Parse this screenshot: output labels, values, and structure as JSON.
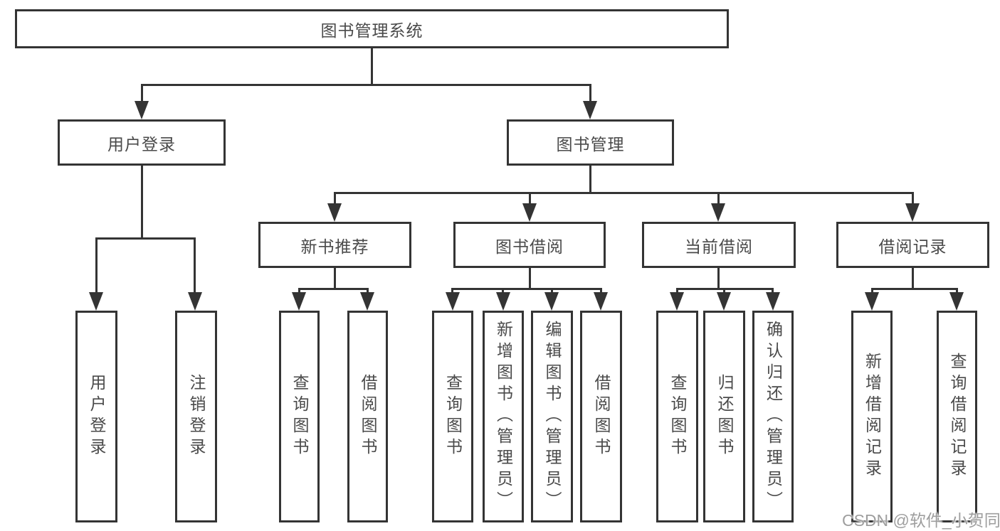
{
  "nodes": {
    "root": "图书管理系统",
    "user_login": "用户登录",
    "book_mgmt": "图书管理",
    "new_book_rec": "新书推荐",
    "book_borrow": "图书借阅",
    "current_borrow": "当前借阅",
    "borrow_records": "借阅记录",
    "leaf_user_login": "用户登录",
    "leaf_logout": "注销登录",
    "leaf_query_book_1": "查询图书",
    "leaf_borrow_book_1": "借阅图书",
    "leaf_query_book_2": "查询图书",
    "leaf_add_book": "新增图书（管理员）",
    "leaf_edit_book": "编辑图书（管理员）",
    "leaf_borrow_book_2": "借阅图书",
    "leaf_query_book_3": "查询图书",
    "leaf_return_book": "归还图书",
    "leaf_confirm_return": "确认归还（管理员）",
    "leaf_add_record": "新增借阅记录",
    "leaf_query_record": "查询借阅记录"
  },
  "hierarchy": {
    "图书管理系统": {
      "用户登录": [
        "用户登录",
        "注销登录"
      ],
      "图书管理": {
        "新书推荐": [
          "查询图书",
          "借阅图书"
        ],
        "图书借阅": [
          "查询图书",
          "新增图书（管理员）",
          "编辑图书（管理员）",
          "借阅图书"
        ],
        "当前借阅": [
          "查询图书",
          "归还图书",
          "确认归还（管理员）"
        ],
        "借阅记录": [
          "新增借阅记录",
          "查询借阅记录"
        ]
      }
    }
  },
  "watermark": {
    "text": "CSDN @软件_小贺同学"
  },
  "colors": {
    "line": "#343434",
    "text": "#4a4a4a",
    "watermark": "#9e9e9e",
    "bg": "#ffffff"
  }
}
